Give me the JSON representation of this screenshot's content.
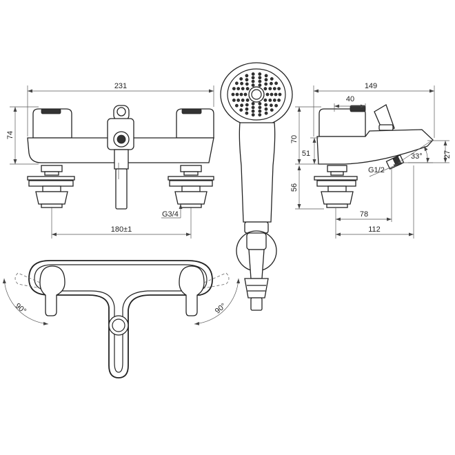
{
  "dimensions": {
    "front_width": "231",
    "front_height": "74",
    "centers": "180±1",
    "inlet_thread": "G3/4",
    "side_depth": "149",
    "handle_depth": "40",
    "side_height": "70",
    "body_height": "51",
    "shank_length": "56",
    "outlet_height": "27",
    "outlet_angle": "33°",
    "outlet_thread": "G1/2",
    "spout_reach_inner": "78",
    "spout_reach_outer": "112",
    "rotation_left": "90°",
    "rotation_right": "90°"
  }
}
